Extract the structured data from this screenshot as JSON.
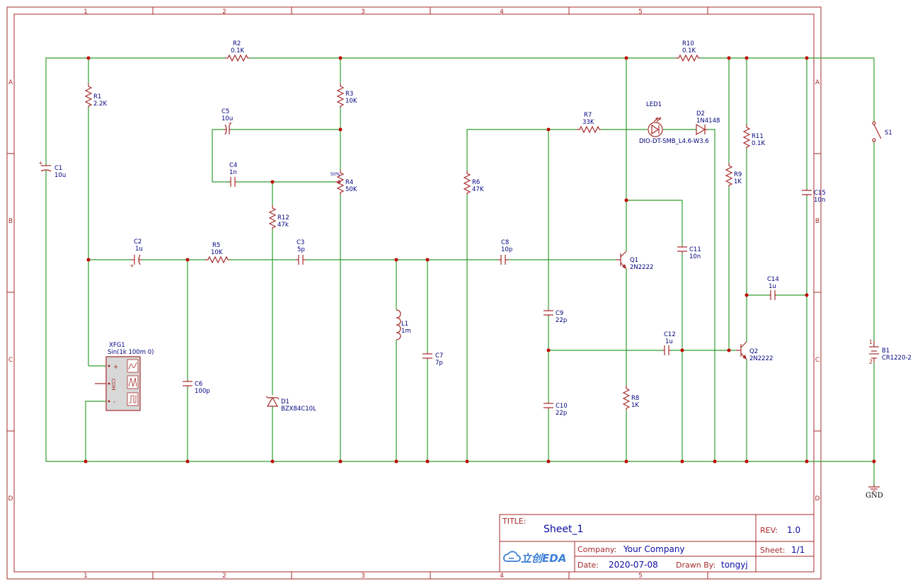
{
  "components": {
    "r1": {
      "ref": "R1",
      "value": "2.2K"
    },
    "r2": {
      "ref": "R2",
      "value": "0.1K"
    },
    "r3": {
      "ref": "R3",
      "value": "10K"
    },
    "r4": {
      "ref": "R4",
      "value": "50K",
      "wiper": "50%"
    },
    "r5": {
      "ref": "R5",
      "value": "10K"
    },
    "r6": {
      "ref": "R6",
      "value": "47K"
    },
    "r7": {
      "ref": "R7",
      "value": "33K"
    },
    "r8": {
      "ref": "R8",
      "value": "1K"
    },
    "r9": {
      "ref": "R9",
      "value": "1K"
    },
    "r10": {
      "ref": "R10",
      "value": "0.1K"
    },
    "r11": {
      "ref": "R11",
      "value": "0.1K"
    },
    "r12": {
      "ref": "R12",
      "value": "47k"
    },
    "c1": {
      "ref": "C1",
      "value": "10u"
    },
    "c2": {
      "ref": "C2",
      "value": "1u"
    },
    "c3": {
      "ref": "C3",
      "value": "5p"
    },
    "c4": {
      "ref": "C4",
      "value": "1n"
    },
    "c5": {
      "ref": "C5",
      "value": "10u"
    },
    "c6": {
      "ref": "C6",
      "value": "100p"
    },
    "c7": {
      "ref": "C7",
      "value": "7p"
    },
    "c8": {
      "ref": "C8",
      "value": "10p"
    },
    "c9": {
      "ref": "C9",
      "value": "22p"
    },
    "c10": {
      "ref": "C10",
      "value": "22p"
    },
    "c11": {
      "ref": "C11",
      "value": "10n"
    },
    "c12": {
      "ref": "C12",
      "value": "1u"
    },
    "c14": {
      "ref": "C14",
      "value": "1u"
    },
    "c15": {
      "ref": "C15",
      "value": "10n"
    },
    "l1": {
      "ref": "L1",
      "value": "1m"
    },
    "d1": {
      "ref": "D1",
      "value": "BZX84C10L"
    },
    "d2": {
      "ref": "D2",
      "value": "1N4148"
    },
    "led1": {
      "ref": "LED1",
      "value": "DIO-DT-SMB_L4.6-W3.6"
    },
    "q1": {
      "ref": "Q1",
      "value": "2N2222"
    },
    "q2": {
      "ref": "Q2",
      "value": "2N2222"
    },
    "s1": {
      "ref": "S1"
    },
    "b1": {
      "ref": "B1",
      "value": "CR1220-2",
      "pin1": "1",
      "pin2": "2"
    },
    "xfg1": {
      "ref": "XFG1",
      "value": "Sin(1k 100m 0)",
      "plus": "+",
      "com": "COM",
      "minus": "-"
    },
    "gnd": {
      "label": "GND"
    }
  },
  "frame": {
    "columns": [
      "1",
      "2",
      "3",
      "4",
      "5"
    ],
    "rows": [
      "A",
      "B",
      "C",
      "D"
    ]
  },
  "title_block": {
    "title_label": "TITLE:",
    "title": "Sheet_1",
    "rev_label": "REV:",
    "rev": "1.0",
    "company_label": "Company:",
    "company": "Your Company",
    "sheet_label": "Sheet:",
    "sheet": "1/1",
    "date_label": "Date:",
    "date": "2020-07-08",
    "drawn_by_label": "Drawn By:",
    "drawn_by": "tongyj",
    "logo_text": "立创EDA"
  },
  "colors": {
    "frame": "#a52a2a",
    "wire": "#2f9e2f",
    "junction": "#c00000",
    "label": "#00007f",
    "title_value": "#0a0aa0"
  }
}
